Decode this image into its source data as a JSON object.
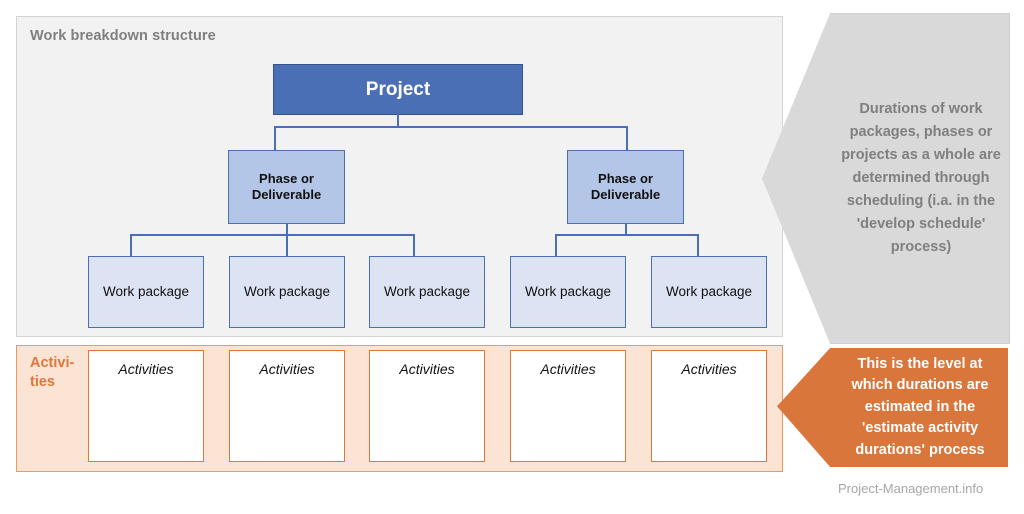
{
  "wbs": {
    "title": "Work breakdown structure",
    "root": {
      "label": "Project"
    },
    "phases": [
      {
        "label": "Phase or Deliverable"
      },
      {
        "label": "Phase or Deliverable"
      }
    ],
    "work_packages": [
      {
        "label": "Work package"
      },
      {
        "label": "Work package"
      },
      {
        "label": "Work package"
      },
      {
        "label": "Work package"
      },
      {
        "label": "Work package"
      }
    ]
  },
  "activities_band": {
    "label": "Activi-ties",
    "boxes": [
      {
        "label": "Activities"
      },
      {
        "label": "Activities"
      },
      {
        "label": "Activities"
      },
      {
        "label": "Activities"
      },
      {
        "label": "Activities"
      }
    ]
  },
  "callouts": {
    "schedule": {
      "text": "Durations of work packages, phases or projects as a whole are determined through scheduling (i.a. in the 'develop schedule' process)"
    },
    "estimate": {
      "text": "This is the level at which durations are estimated in the 'estimate activity durations' process"
    }
  },
  "watermark": "Project-Management.info",
  "colors": {
    "project_fill": "#4a6fb5",
    "phase_fill": "#b4c6e7",
    "work_package_fill": "#dce3f3",
    "node_border": "#4a6fb5",
    "panel_fill": "#f2f2f2",
    "activities_band_fill": "#fbe4d4",
    "activities_accent": "#e1763a",
    "callout_gray_fill": "#d9d9d9",
    "callout_orange_fill": "#d9763c",
    "title_gray": "#7f7f7f"
  }
}
